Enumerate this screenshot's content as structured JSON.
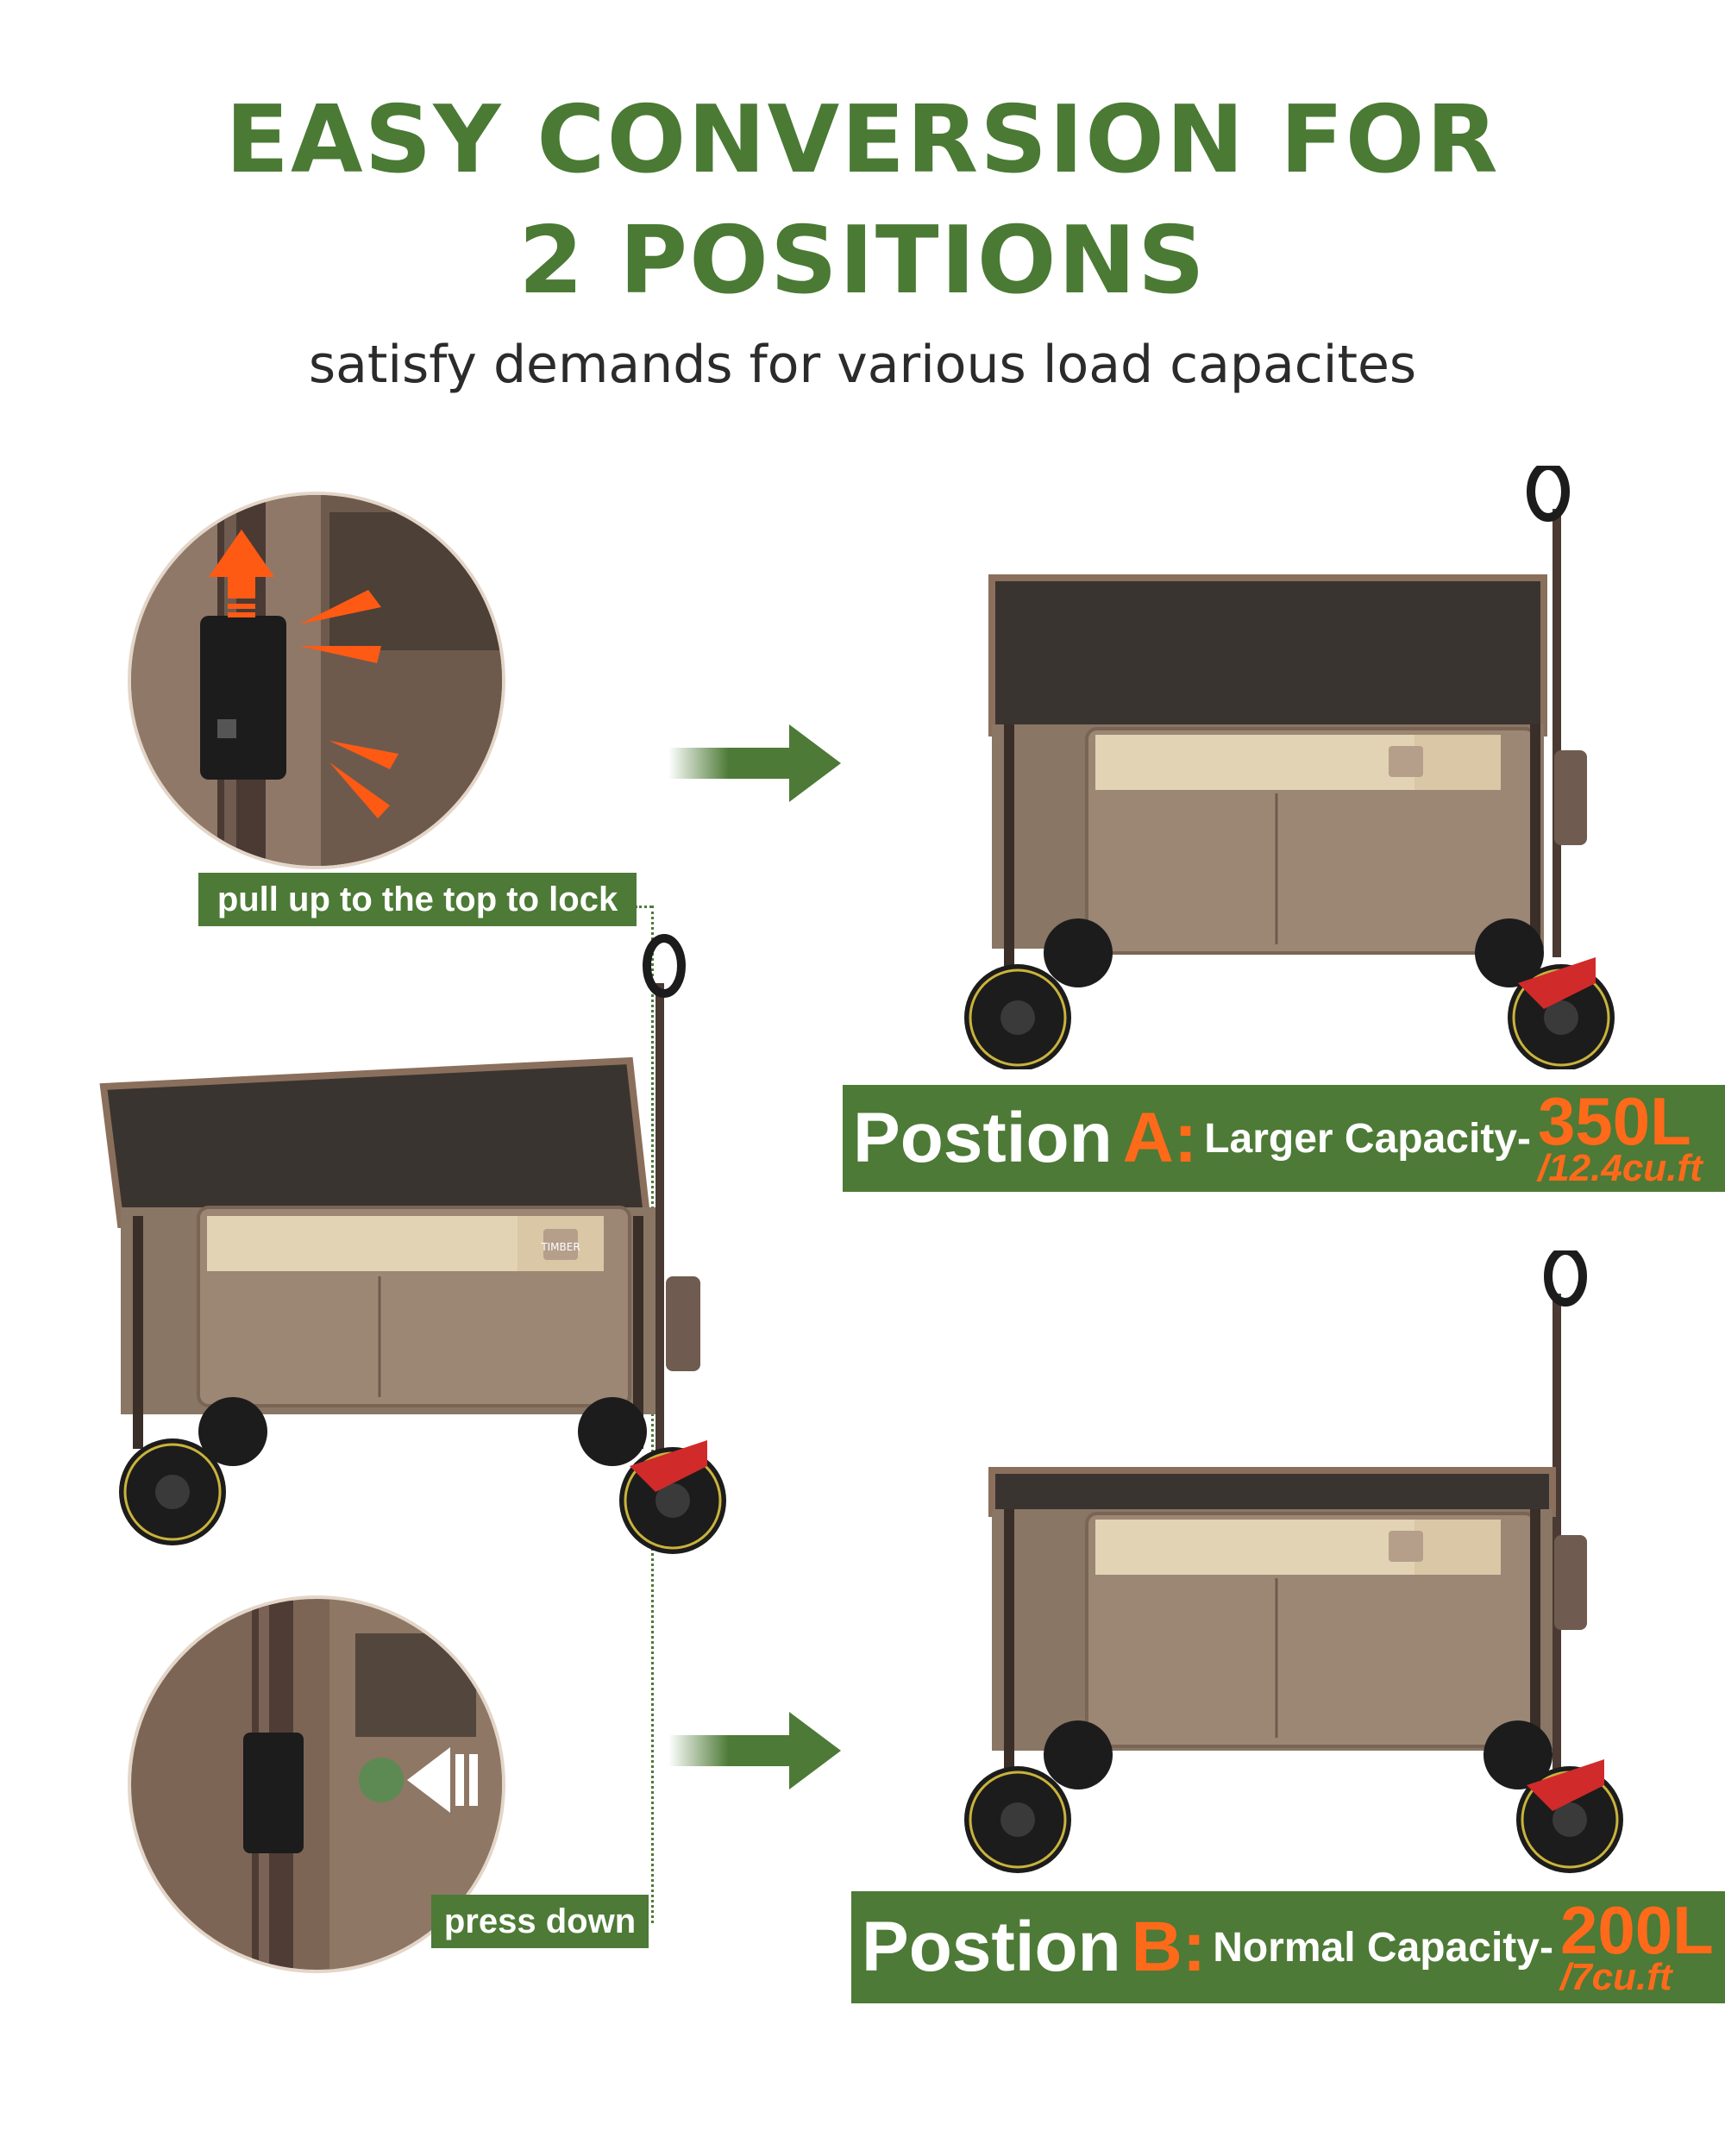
{
  "title_line1": "EASY CONVERSION FOR",
  "title_line2": "2 POSITIONS",
  "subtitle": "satisfy demands for various load capacites",
  "callouts": {
    "top": "pull up to the top to lock",
    "bottom": "press down"
  },
  "position_a": {
    "word": "Postion",
    "letter": "A:",
    "capacity_label": "Larger Capacity-",
    "volume": "350L",
    "volume_alt": "/12.4cu.ft"
  },
  "position_b": {
    "word": "Postion",
    "letter": "B:",
    "capacity_label": "Normal Capacity-",
    "volume": "200L",
    "volume_alt": "/7cu.ft"
  },
  "colors": {
    "brand_green": "#4a7a34",
    "accent_orange": "#ff6a1a",
    "wagon_brown": "#8a7665"
  },
  "brand_label": "TIMBER"
}
